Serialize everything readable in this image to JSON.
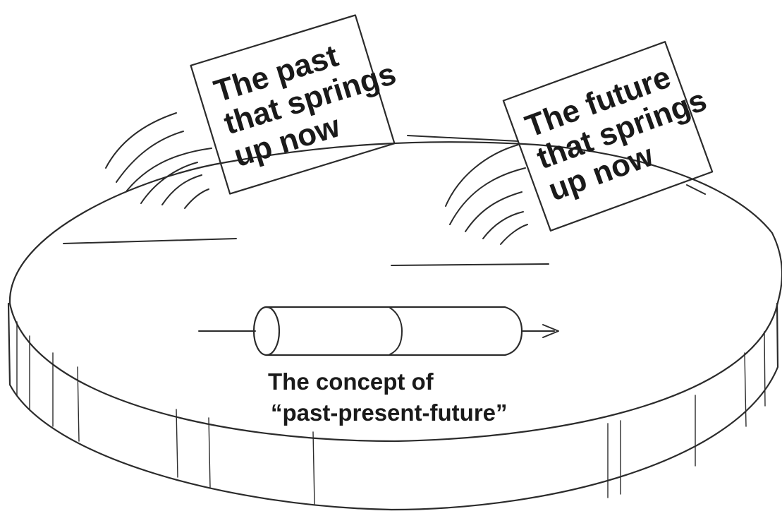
{
  "signs": {
    "past": {
      "lines": [
        "The past",
        "that springs",
        "up now"
      ]
    },
    "future": {
      "lines": [
        "The future",
        "that springs",
        "up now"
      ]
    }
  },
  "cylinder": {
    "caption_lines": [
      "The concept of",
      "“past-present-future”"
    ]
  },
  "colors": {
    "ink": "#2b2b2b",
    "text": "#1a1a1a",
    "paper": "#ffffff"
  }
}
